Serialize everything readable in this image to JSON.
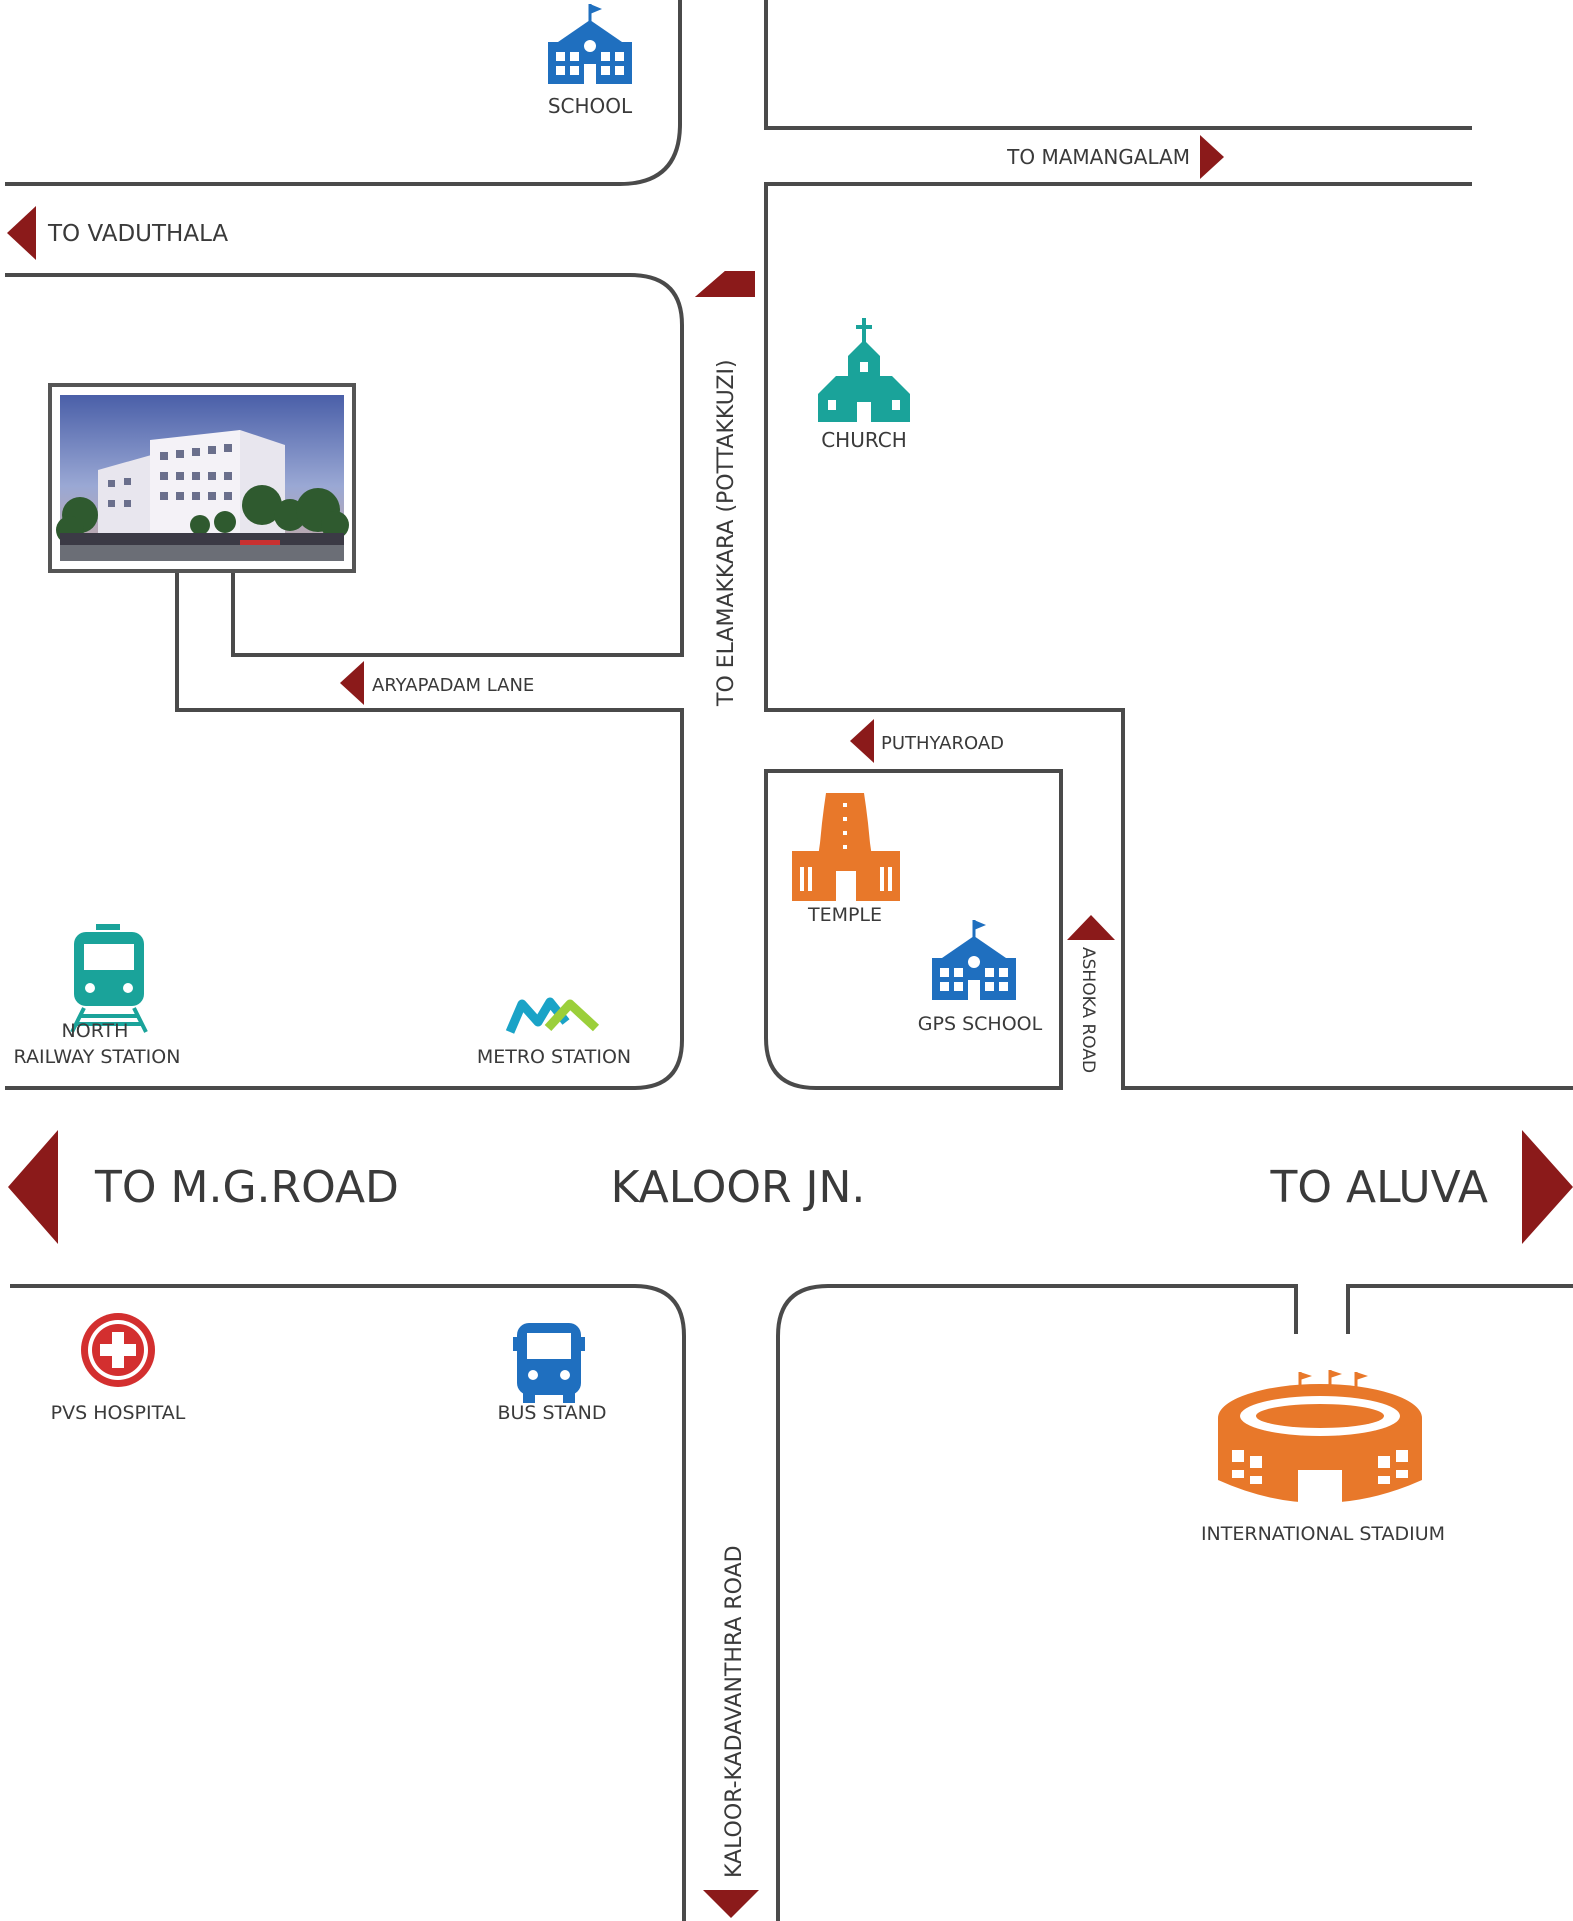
{
  "map": {
    "junction": "KALOOR JN.",
    "directions": {
      "mg_road": "TO M.G.ROAD",
      "aluva": "TO ALUVA",
      "vaduthala": "TO VADUTHALA",
      "mamangalam": "TO MAMANGALAM",
      "elamakkara": "TO ELAMAKKARA (POTTAKKUZI)",
      "aryapadam": "ARYAPADAM LANE",
      "puthyaroad": "PUTHYAROAD",
      "ashoka": "ASHOKA ROAD",
      "kadavanthra": "KALOOR-KADAVANTHRA ROAD"
    },
    "landmarks": {
      "school": "SCHOOL",
      "church": "CHURCH",
      "temple": "TEMPLE",
      "gps_school": "GPS SCHOOL",
      "railway_line1": "NORTH",
      "railway_line2": "RAILWAY STATION",
      "metro": "METRO STATION",
      "hospital": "PVS HOSPITAL",
      "bus_stand": "BUS STAND",
      "stadium": "INTERNATIONAL STADIUM"
    }
  },
  "colors": {
    "road": "#4a4a4a",
    "arrow": "#8b1a1a",
    "school_blue": "#1f6fbf",
    "teal": "#1aa39a",
    "orange": "#e8782a",
    "hospital_red": "#d32f2f",
    "metro_blue": "#1aa3c7",
    "metro_green": "#9bcf3a"
  },
  "icons": [
    "school-icon",
    "church-icon",
    "temple-icon",
    "train-icon",
    "metro-icon",
    "hospital-icon",
    "bus-icon",
    "stadium-icon"
  ]
}
